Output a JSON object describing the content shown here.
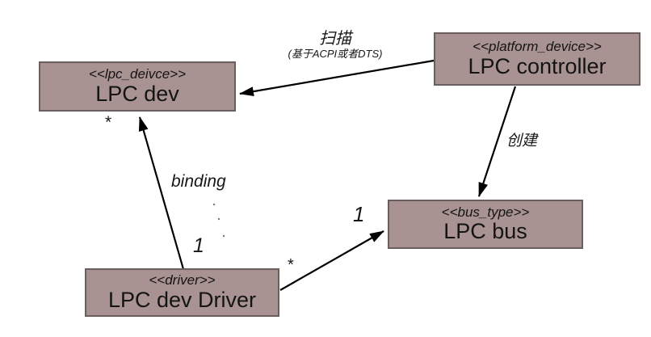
{
  "diagram": {
    "title_hint": "LPC bus driver model relationships",
    "colors": {
      "node_fill": "#a99292",
      "node_border": "#6b5e5e",
      "line": "#000000",
      "background": "#ffffff",
      "text": "#141414"
    },
    "nodes": {
      "lpc_dev": {
        "stereotype": "<<lpc_deivce>>",
        "name": "LPC dev"
      },
      "lpc_controller": {
        "stereotype": "<<platform_device>>",
        "name": "LPC controller"
      },
      "lpc_bus": {
        "stereotype": "<<bus_type>>",
        "name": "LPC bus"
      },
      "lpc_dev_driver": {
        "stereotype": "<<driver>>",
        "name": "LPC dev Driver"
      }
    },
    "edges": {
      "scan": {
        "from": "lpc_controller",
        "to": "lpc_dev",
        "label": "扫描",
        "sublabel": "(基于ACPI或者DTS)"
      },
      "create": {
        "from": "lpc_controller",
        "to": "lpc_bus",
        "label": "创建"
      },
      "binding": {
        "from": "lpc_dev_driver",
        "to": "lpc_dev",
        "label": "binding",
        "multiplicity_near_driver": "1",
        "multiplicity_near_dev": "*"
      },
      "driver_to_bus": {
        "from": "lpc_dev_driver",
        "to": "lpc_bus",
        "multiplicity_near_driver": "*",
        "multiplicity_near_bus": "1"
      }
    }
  }
}
